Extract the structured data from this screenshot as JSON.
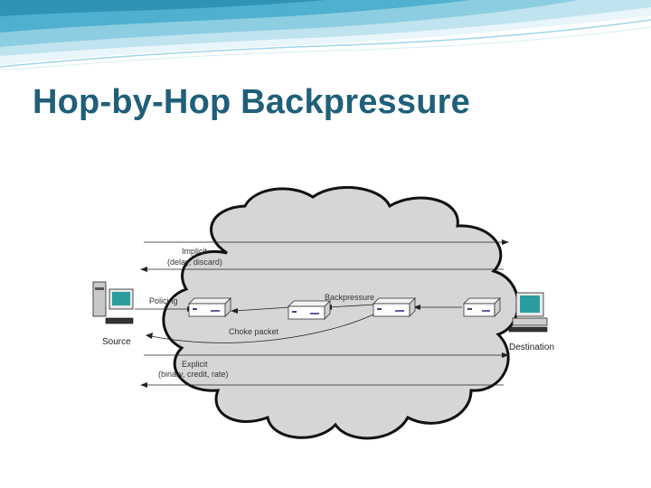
{
  "slide": {
    "title": "Hop-by-Hop Backpressure"
  },
  "diagram": {
    "implicit_label": "Implicit",
    "implicit_sub": "(delay, discard)",
    "policing_label": "Policing",
    "backpressure_label": "Backpressure",
    "choke_label": "Choke packet",
    "explicit_label": "Explicit",
    "explicit_sub": "(binary, credit, rate)",
    "source_label": "Source",
    "destination_label": "Destination"
  },
  "colors": {
    "title": "#1f5f7a",
    "cloud_fill": "#d6d6d6",
    "cloud_stroke": "#111111",
    "wave_light": "#cfeaf3",
    "wave_mid": "#7fc6dd",
    "wave_dark": "#3a9fbf"
  }
}
